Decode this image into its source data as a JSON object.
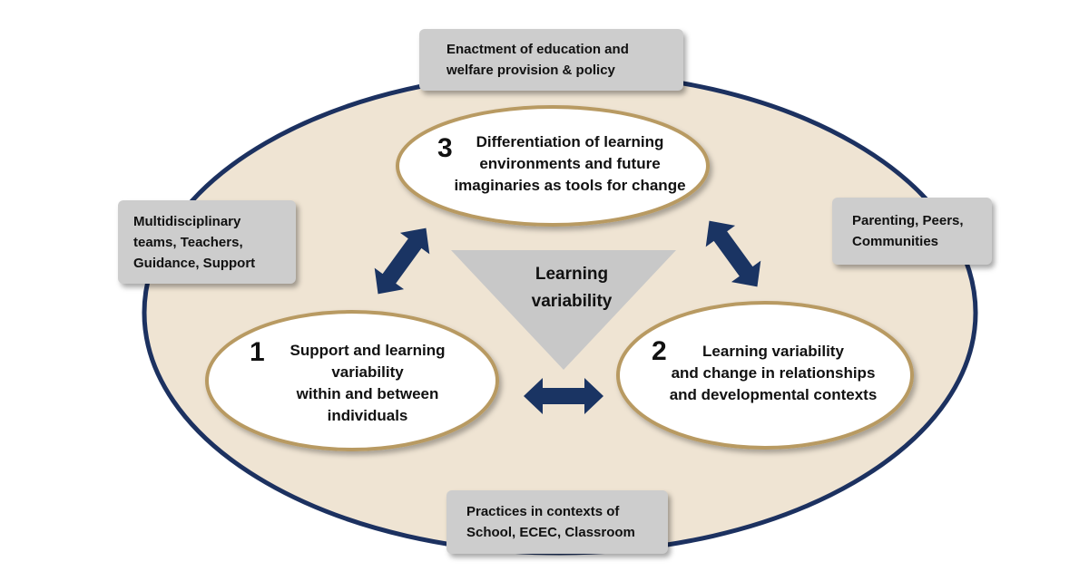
{
  "colors": {
    "outer_fill": "#efe4d3",
    "outer_stroke": "#1c3160",
    "oval_fill": "#ffffff",
    "oval_stroke": "#b89a62",
    "box_fill": "#cdcdcd",
    "triangle_fill": "#c8c8c8",
    "arrow_fill": "#1a3463"
  },
  "context_boxes": {
    "top": {
      "lines": [
        "Enactment of education and",
        "welfare provision & policy"
      ]
    },
    "left": {
      "lines": [
        "Multidisciplinary",
        "teams, Teachers,",
        "Guidance, Support"
      ]
    },
    "right": {
      "lines": [
        "Parenting, Peers,",
        "Communities"
      ]
    },
    "bottom": {
      "lines": [
        "Practices in contexts of",
        "School,  ECEC, Classroom"
      ]
    }
  },
  "center": {
    "lines": [
      "Learning",
      "variability"
    ]
  },
  "ovals": [
    {
      "number": "3",
      "lines": [
        "Differentiation of learning",
        "environments and  future",
        "imaginaries as tools for change"
      ]
    },
    {
      "number": "1",
      "lines": [
        "Support and learning",
        "variability",
        "within and between",
        "individuals"
      ]
    },
    {
      "number": "2",
      "lines": [
        "Learning variability",
        "and change in relationships",
        "and developmental contexts"
      ]
    }
  ]
}
